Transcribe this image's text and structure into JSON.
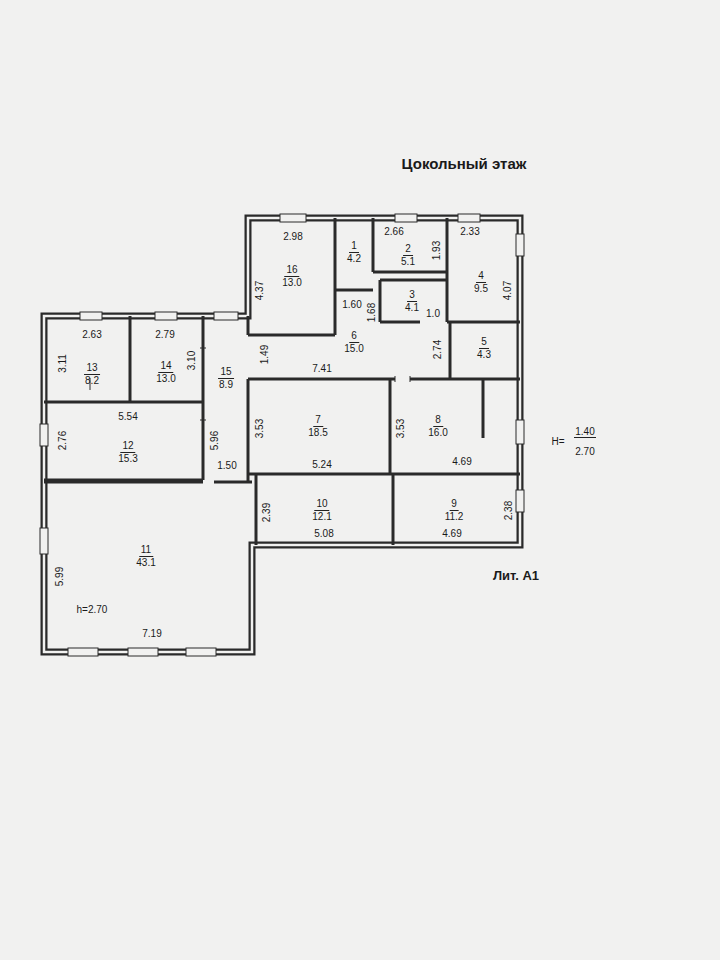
{
  "diagram": {
    "title": "Цокольный этаж",
    "nodes": [
      {
        "text": [
          "16",
          "13.0"
        ]
      },
      {
        "text": [
          "1",
          "4.2"
        ]
      },
      {
        "text": [
          "2",
          "5.1"
        ]
      },
      {
        "text": [
          "4",
          "9.5"
        ]
      },
      {
        "text": [
          "3",
          "4.1"
        ]
      },
      {
        "text": [
          "6",
          "15.0"
        ]
      },
      {
        "text": [
          "5",
          "4.3"
        ]
      },
      {
        "text": [
          "13",
          "8.2"
        ]
      },
      {
        "text": [
          "14",
          "13.0"
        ]
      },
      {
        "text": [
          "15",
          "8.9"
        ]
      },
      {
        "text": [
          "7",
          "18.5"
        ]
      },
      {
        "text": [
          "8",
          "16.0"
        ]
      },
      {
        "text": [
          "12",
          "15.3"
        ]
      },
      {
        "text": [
          "10",
          "12.1"
        ]
      },
      {
        "text": [
          "9",
          "11.2"
        ]
      },
      {
        "text": [
          "11",
          "43.1"
        ]
      }
    ],
    "labels": [
      "2.98",
      "4.37",
      "2.66",
      "1.93",
      "2.33",
      "4.07",
      "1.60",
      "1.68",
      "1.0",
      "2.74",
      "2.63",
      "2.79",
      "3.11",
      "3.10",
      "1.49",
      "7.41",
      "5.54",
      "5.96",
      "2.76",
      "3.53",
      "3.53",
      "1.50",
      "5.24",
      "4.69",
      "2.39",
      "2.38",
      "5.08",
      "4.69",
      "5.99",
      "h=2.70",
      "7.19",
      "H=",
      "1.40",
      "2.70",
      "Лит. А1"
    ]
  }
}
